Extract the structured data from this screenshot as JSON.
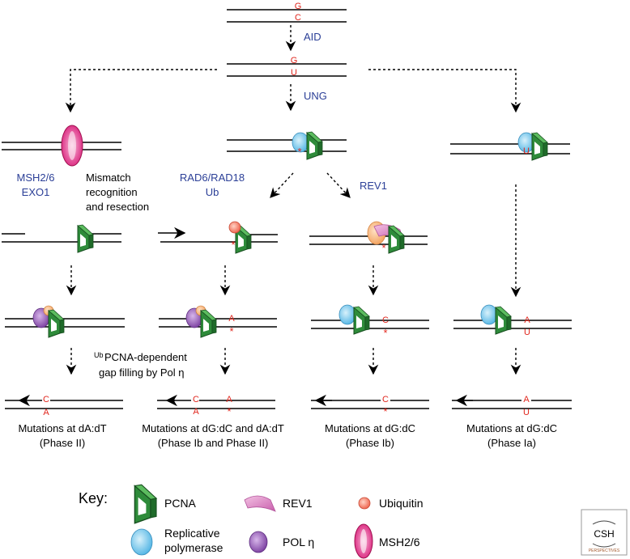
{
  "enzymes": {
    "aid": "AID",
    "ung": "UNG",
    "msh_exo": [
      "MSH2/6",
      "EXO1"
    ],
    "rad": [
      "RAD6/RAD18",
      "Ub"
    ],
    "rev1": "REV1"
  },
  "processes": {
    "mismatch": [
      "Mismatch",
      "recognition",
      "and resection"
    ],
    "gap_filling_sup": "Ub",
    "gap_filling": [
      "PCNA-dependent",
      "gap filling by Pol η"
    ]
  },
  "bases": {
    "g": "G",
    "c": "C",
    "u": "U",
    "a": "A",
    "star": "*"
  },
  "outcomes": [
    {
      "title": "Mutations at dA:dT",
      "phase": "(Phase II)"
    },
    {
      "title": "Mutations at dG:dC and dA:dT",
      "phase": "(Phase Ib and Phase II)"
    },
    {
      "title": "Mutations at dG:dC",
      "phase": "(Phase Ib)"
    },
    {
      "title": "Mutations at dG:dC",
      "phase": "(Phase Ia)"
    }
  ],
  "key": {
    "title": "Key:",
    "pcna": "PCNA",
    "rev1": "REV1",
    "ubiquitin": "Ubiquitin",
    "replicative_polymerase": [
      "Replicative",
      "polymerase"
    ],
    "pol_eta": "POL η",
    "msh26": "MSH2/6"
  },
  "logo": {
    "text": "CSH",
    "subtext": "PERSPECTIVES"
  },
  "colors": {
    "base_red": "#e0261d",
    "enzyme_blue": "#2b3f97",
    "pcna_green": "#2e8b3a",
    "polymerase_blue": "#6cc6ee",
    "pol_eta_purple": "#8e55b0",
    "rev1_pink": "#d67ac0",
    "ubiquitin_red": "#f06a58",
    "msh_magenta": "#e6378f"
  }
}
